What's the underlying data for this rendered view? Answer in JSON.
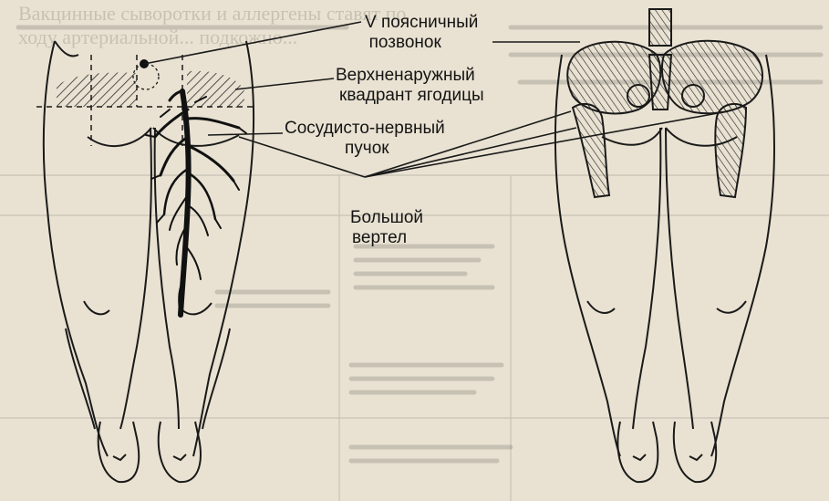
{
  "labels": {
    "vertebra": [
      "V поясничный",
      "позвонок"
    ],
    "quadrant": [
      "Верхненаружный",
      "квадрант ягодицы"
    ],
    "bundle": [
      "Сосудисто-нервный",
      "пучок"
    ],
    "trochanter": [
      "Большой",
      "вертел"
    ]
  },
  "background_text": [
    "Вакцинные сыворотки и аллергены ставят по",
    "ходу артериальной... подкожно..."
  ],
  "colors": {
    "paper": "#e9e2d2",
    "ink": "#1a1a1a",
    "hatch": "#2a2a2a"
  }
}
